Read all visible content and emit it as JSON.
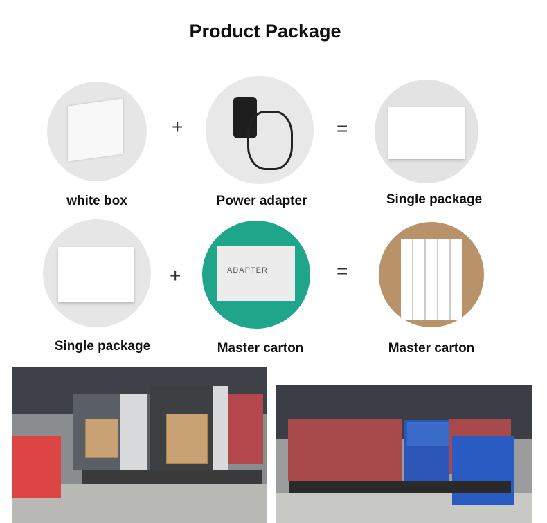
{
  "title": "Product Package",
  "row1": {
    "items": [
      {
        "label": "white box"
      },
      {
        "label": "Power adapter"
      },
      {
        "label": "Single package"
      }
    ],
    "plus": "+",
    "equals": "="
  },
  "row2": {
    "items": [
      {
        "label": "Single package"
      },
      {
        "label": "Master carton",
        "carton_text": "ADAPTER"
      },
      {
        "label": "Master carton"
      }
    ],
    "plus": "+",
    "equals": "="
  }
}
